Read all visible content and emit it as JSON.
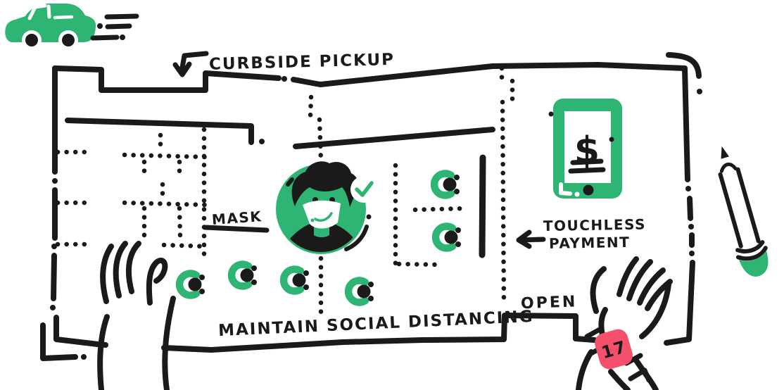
{
  "illustration": {
    "name": "contactless-shopping-store-sketch",
    "colors": {
      "green": "#2fb573",
      "ink": "#1a1a1a",
      "pink": "#f4506b",
      "paper": "#ffffff"
    },
    "labels": {
      "curbside_pickup": "CURBSIDE PICKUP",
      "mask": "MASK",
      "touchless_line1": "TOUCHLESS",
      "touchless_line2": "PAYMENT",
      "open": "OPEN",
      "social_distancing": "MAINTAIN SOCIAL DISTANCING"
    },
    "payment_terminal": {
      "currency_symbol": "$"
    },
    "watch": {
      "display_value": "17"
    },
    "people_markers": {
      "total": 6,
      "queue": 4,
      "checkout": 2
    },
    "icons": [
      "delivery-car-icon",
      "speed-lines-icon",
      "down-arrow-icon",
      "left-arrow-icon",
      "masked-shopper-avatar",
      "verified-checkmark-icon",
      "payment-terminal-icon",
      "person-marker-icon",
      "pencil-icon",
      "left-hand-sketch",
      "right-hand-sketch",
      "wristwatch-icon"
    ]
  }
}
